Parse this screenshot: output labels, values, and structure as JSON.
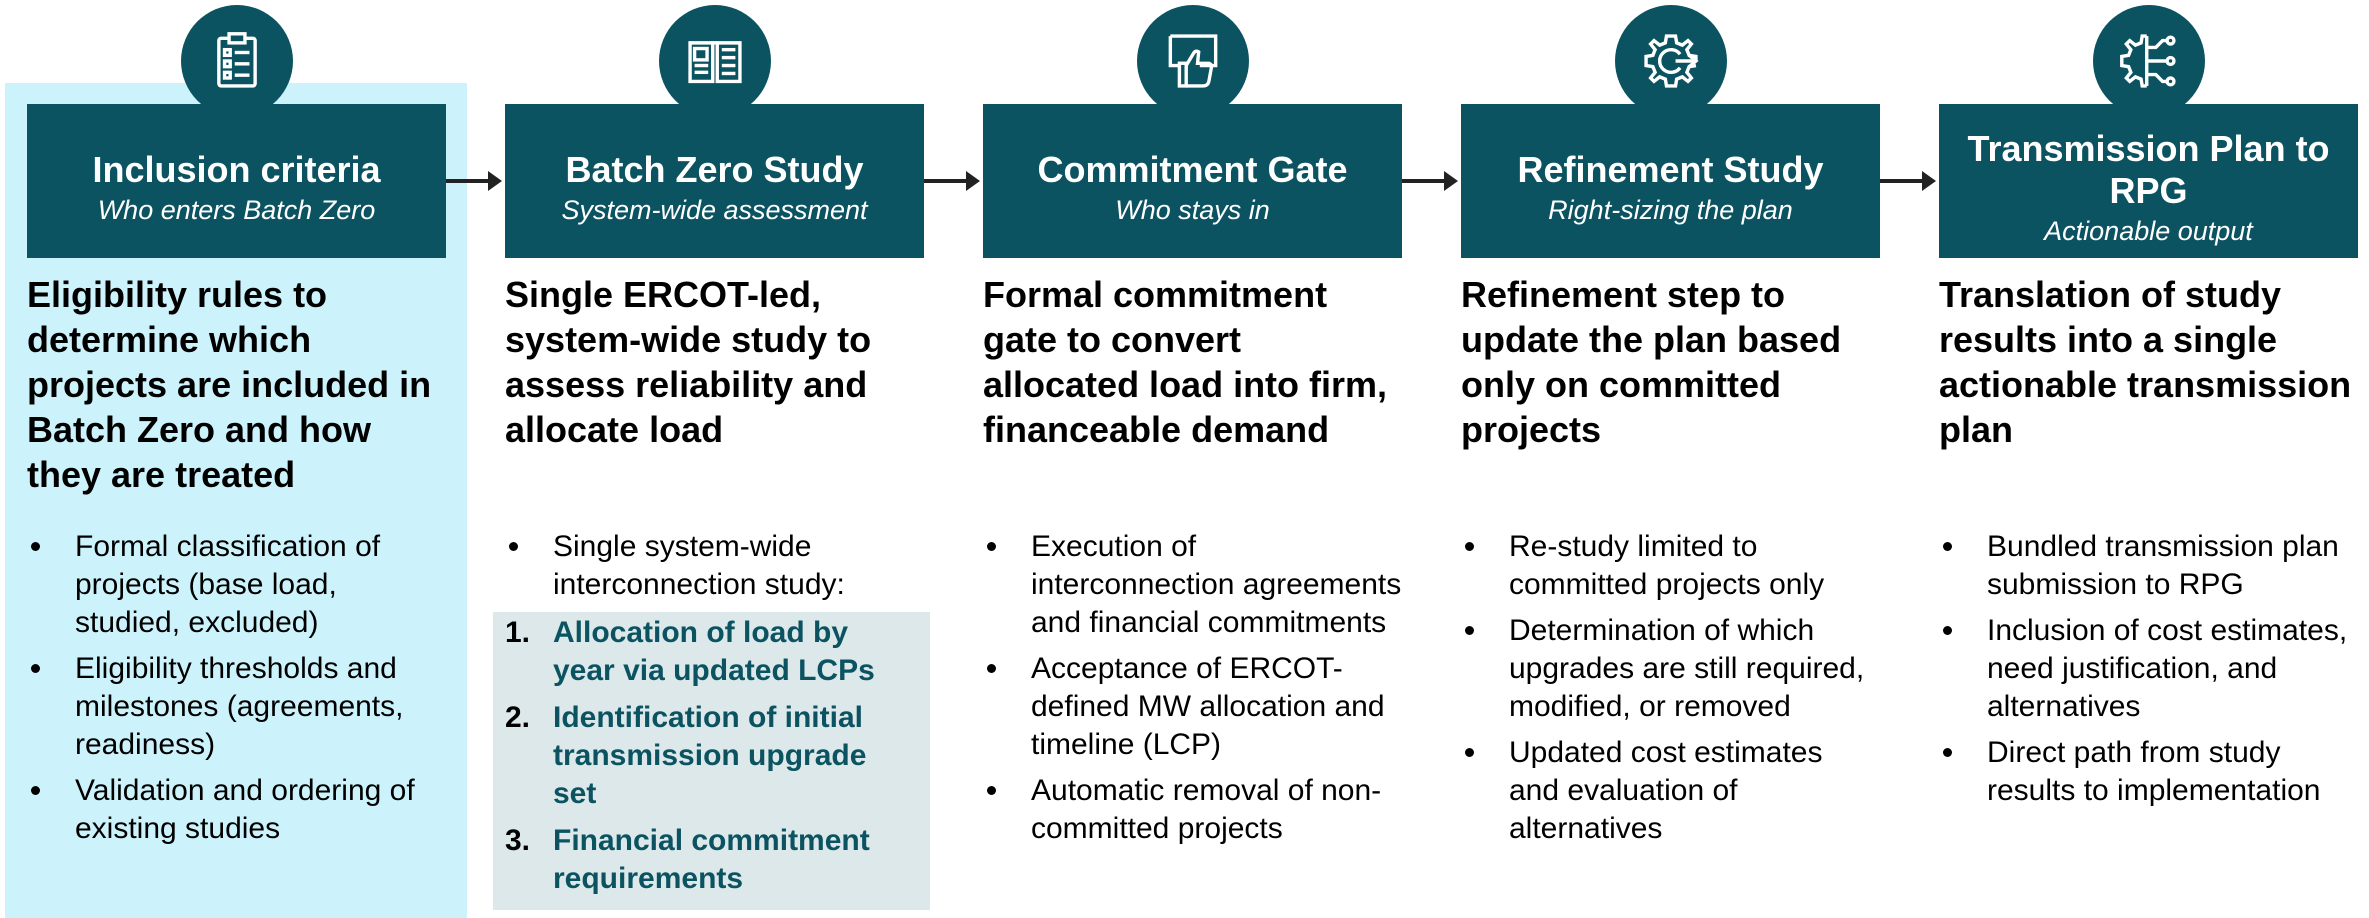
{
  "stages": [
    {
      "title": "Inclusion criteria",
      "subtitle": "Who enters Batch Zero",
      "icon": "checklist-icon",
      "summary": "Eligibility rules to determine which projects are included in Batch Zero and how they are treated",
      "bullets": [
        "Formal classification of projects (base load, studied, excluded)",
        "Eligibility thresholds and milestones (agreements, readiness)",
        "Validation and ordering of existing studies"
      ]
    },
    {
      "title": "Batch Zero Study",
      "subtitle": "System-wide assessment",
      "icon": "open-book-icon",
      "summary": "Single ERCOT-led, system-wide study to assess reliability and allocate load",
      "bullets": [
        "Single system-wide interconnection study:"
      ],
      "numbered": [
        {
          "num": "1.",
          "text": "Allocation of load by year via updated LCPs"
        },
        {
          "num": "2.",
          "text": "Identification of initial transmission upgrade set"
        },
        {
          "num": "3.",
          "text": "Financial commitment requirements"
        }
      ]
    },
    {
      "title": "Commitment Gate",
      "subtitle": "Who stays in",
      "icon": "thumbs-up-icon",
      "summary": "Formal commitment gate to convert allocated load into firm, financeable demand",
      "bullets": [
        "Execution of interconnection agreements and financial commitments",
        "Acceptance of ERCOT-defined MW allocation and timeline (LCP)",
        "Automatic removal of non-committed projects"
      ]
    },
    {
      "title": "Refinement Study",
      "subtitle": "Right-sizing the plan",
      "icon": "gear-refresh-icon",
      "summary": "Refinement step to update the plan based only on committed projects",
      "bullets": [
        "Re-study limited to committed projects only",
        "Determination of which upgrades are still required, modified, or removed",
        "Updated cost estimates and evaluation of alternatives"
      ]
    },
    {
      "title": "Transmission Plan to RPG",
      "subtitle": "Actionable output",
      "icon": "circuit-icon",
      "summary": "Translation of study results into a single actionable transmission plan",
      "bullets": [
        "Bundled transmission plan submission to RPG",
        "Inclusion of cost estimates, need justification, and alternatives",
        "Direct path from study results to implementation"
      ]
    }
  ],
  "colors": {
    "header": "#0b5361",
    "highlight": "#ccf3fb",
    "numbered_box": "#dce8e9",
    "numbered_text": "#0b5361"
  }
}
